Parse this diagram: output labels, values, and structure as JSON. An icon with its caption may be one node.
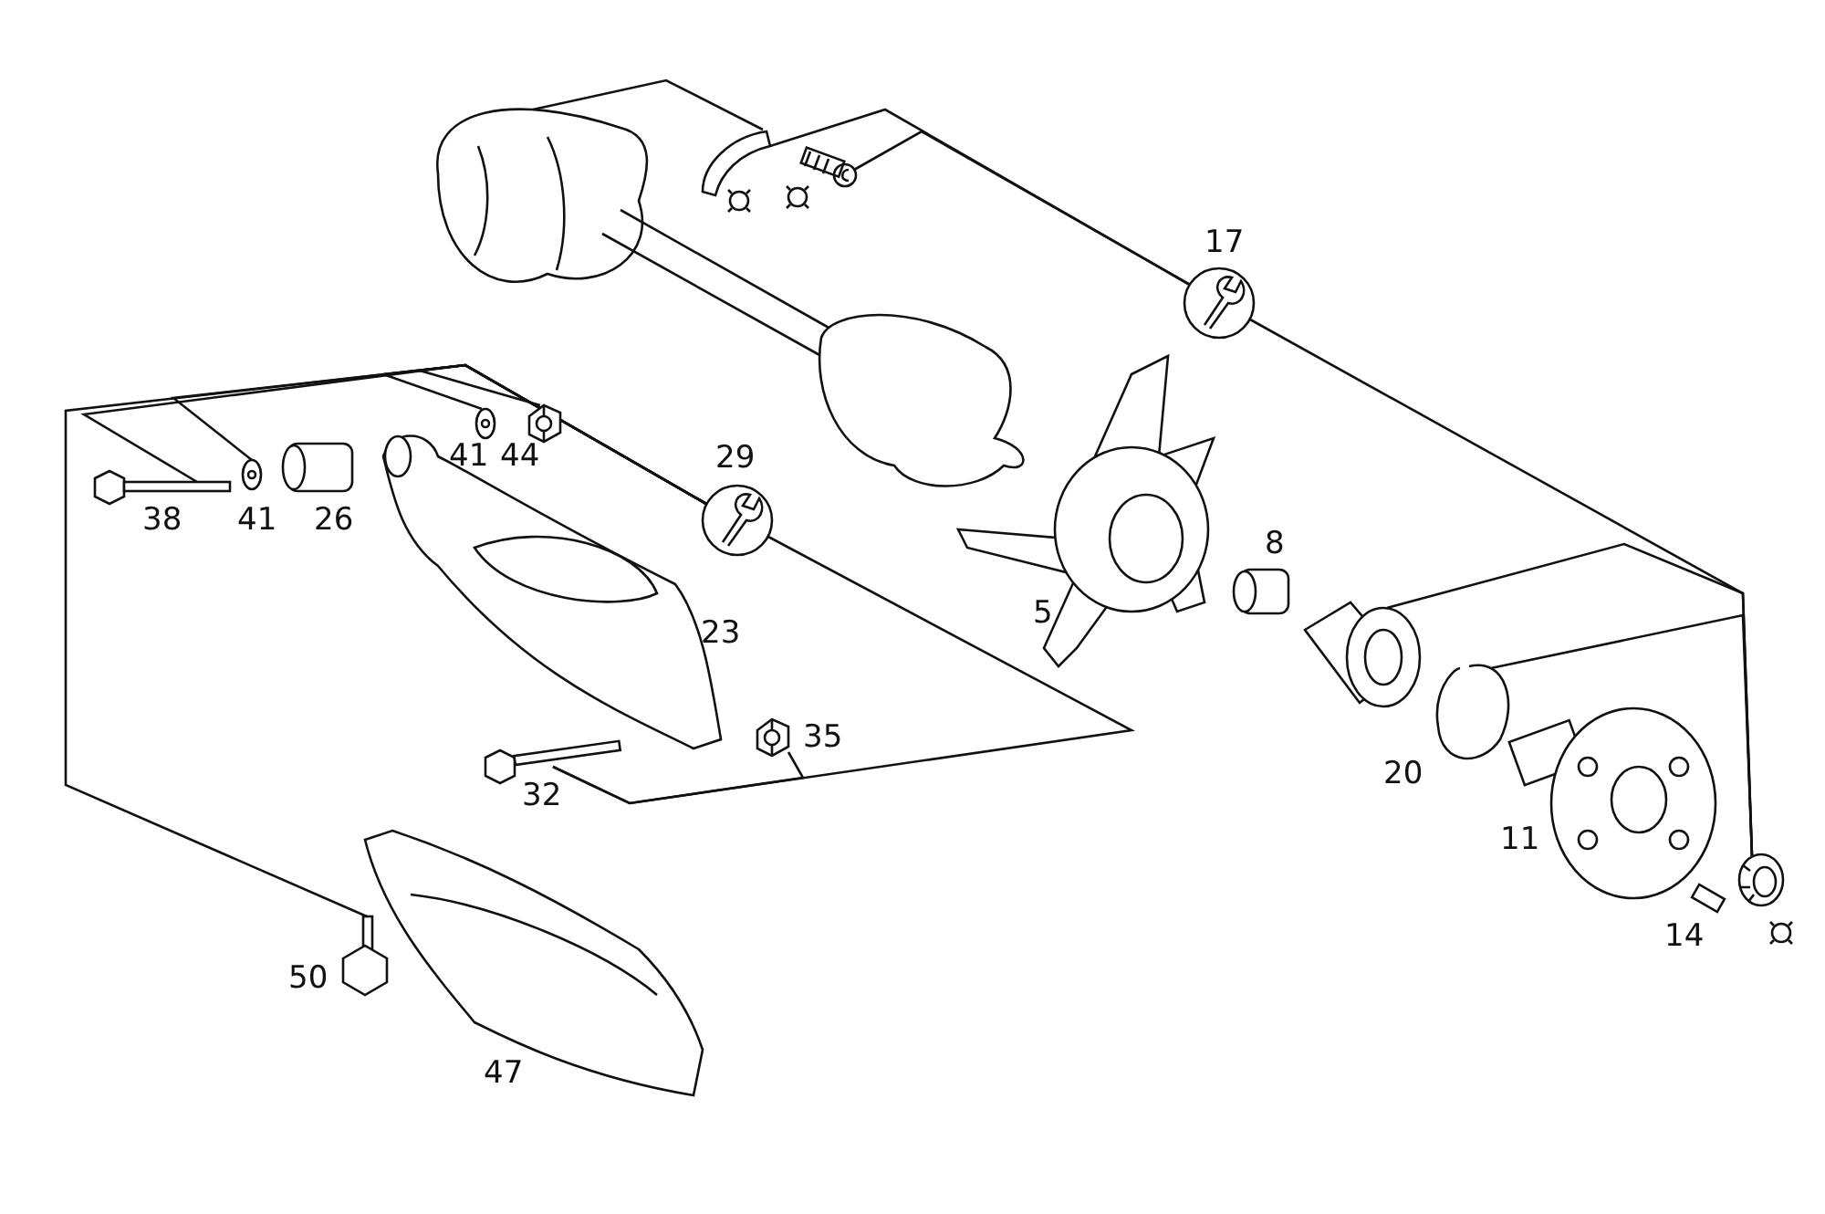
{
  "diagram": {
    "nodes": [
      {
        "text": [],
        "shape": "picture"
      },
      {
        "text": [],
        "shape": "picture"
      },
      {
        "text": [],
        "shape": "picture"
      },
      {
        "text": [],
        "shape": "picture",
        "beside": [
          "17"
        ]
      },
      {
        "text": [],
        "shape": "picture"
      },
      {
        "text": [],
        "shape": "picture",
        "beside": [
          "38"
        ]
      },
      {
        "text": [],
        "shape": "picture",
        "beside": [
          "41"
        ]
      },
      {
        "text": [],
        "shape": "picture",
        "beside": [
          "41"
        ]
      },
      {
        "text": [],
        "shape": "picture",
        "beside": [
          "44"
        ]
      },
      {
        "text": [],
        "shape": "picture",
        "beside": [
          "29"
        ]
      },
      {
        "text": [],
        "shape": "picture",
        "beside": [
          "32"
        ]
      },
      {
        "text": [],
        "shape": "picture",
        "beside": [
          "35"
        ]
      },
      {
        "text": [],
        "shape": "picture",
        "beside": [
          "50"
        ]
      },
      {
        "text": [],
        "shape": "picture"
      },
      {
        "text": [],
        "shape": "picture",
        "beside": [
          "20"
        ]
      }
    ],
    "edges": [
      {
        "from": 0,
        "to": 1,
        "arrow": "none"
      },
      {
        "from": 1,
        "to": 3,
        "arrow": "none"
      },
      {
        "from": 2,
        "to": 3,
        "arrow": "none"
      },
      {
        "from": 3,
        "to": 4,
        "arrow": "none"
      },
      {
        "from": 13,
        "to": 4,
        "arrow": "none"
      },
      {
        "from": 14,
        "to": 4,
        "arrow": "none"
      },
      {
        "from": 9,
        "to": 12,
        "arrow": "none"
      },
      {
        "from": 5,
        "to": 9,
        "arrow": "none"
      },
      {
        "from": 6,
        "to": 9,
        "arrow": "none"
      },
      {
        "from": 7,
        "to": 9,
        "arrow": "none"
      },
      {
        "from": 8,
        "to": 9,
        "arrow": "none"
      },
      {
        "from": 9,
        "to": 10,
        "arrow": "none"
      },
      {
        "from": 11,
        "to": 10,
        "arrow": "none"
      }
    ],
    "labels": [
      "26",
      "8",
      "5",
      "23",
      "11",
      "14",
      "47"
    ]
  }
}
